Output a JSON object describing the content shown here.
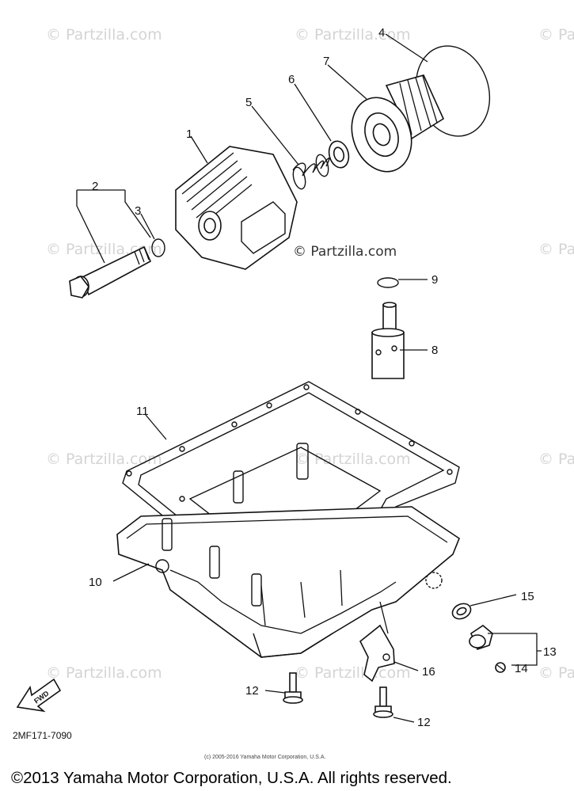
{
  "watermark": "© Partzilla.com",
  "inline_watermark": "© Partzilla.com",
  "callouts": {
    "c1": "1",
    "c2": "2",
    "c3": "3",
    "c4": "4",
    "c5": "5",
    "c6": "6",
    "c7": "7",
    "c8": "8",
    "c9": "9",
    "c10": "10",
    "c11": "11",
    "c12a": "12",
    "c12b": "12",
    "c13": "13",
    "c14": "14",
    "c15": "15",
    "c16": "16"
  },
  "fwd_label": "FWD",
  "part_code": "2MF171-7090",
  "small_copyright": "(c) 2005-2016 Yamaha Motor Corporation, U.S.A.",
  "footer_copyright": "©2013 Yamaha Motor Corporation, U.S.A. All rights reserved."
}
